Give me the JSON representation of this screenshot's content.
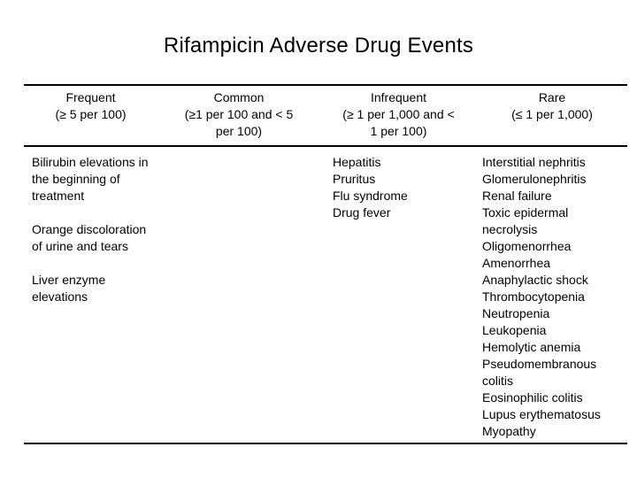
{
  "slide": {
    "title": "Rifampicin Adverse Drug Events"
  },
  "table": {
    "columns": [
      {
        "name": "Frequent",
        "criteria": "(≥ 5 per 100)"
      },
      {
        "name": "Common",
        "criteria": "(≥1 per 100 and < 5\nper 100)"
      },
      {
        "name": "Infrequent",
        "criteria": "(≥ 1 per 1,000 and <\n1 per 100)"
      },
      {
        "name": "Rare",
        "criteria": "(≤ 1 per 1,000)"
      }
    ],
    "body": {
      "frequent": [
        "Bilirubin elevations in the beginning of treatment",
        "Orange discoloration of urine and tears",
        "Liver enzyme elevations"
      ],
      "common": [],
      "infrequent": [
        "Hepatitis",
        "Pruritus",
        "Flu syndrome",
        "Drug fever"
      ],
      "rare": [
        "Interstitial nephritis",
        "Glomerulonephritis",
        "Renal failure",
        "Toxic epidermal necrolysis",
        "Oligomenorrhea",
        "Amenorrhea",
        "Anaphylactic shock",
        "Thrombocytopenia",
        "Neutropenia",
        "Leukopenia",
        "Hemolytic anemia",
        "Pseudomembranous colitis",
        "Eosinophilic colitis",
        "Lupus erythematosus",
        "Myopathy"
      ]
    }
  }
}
